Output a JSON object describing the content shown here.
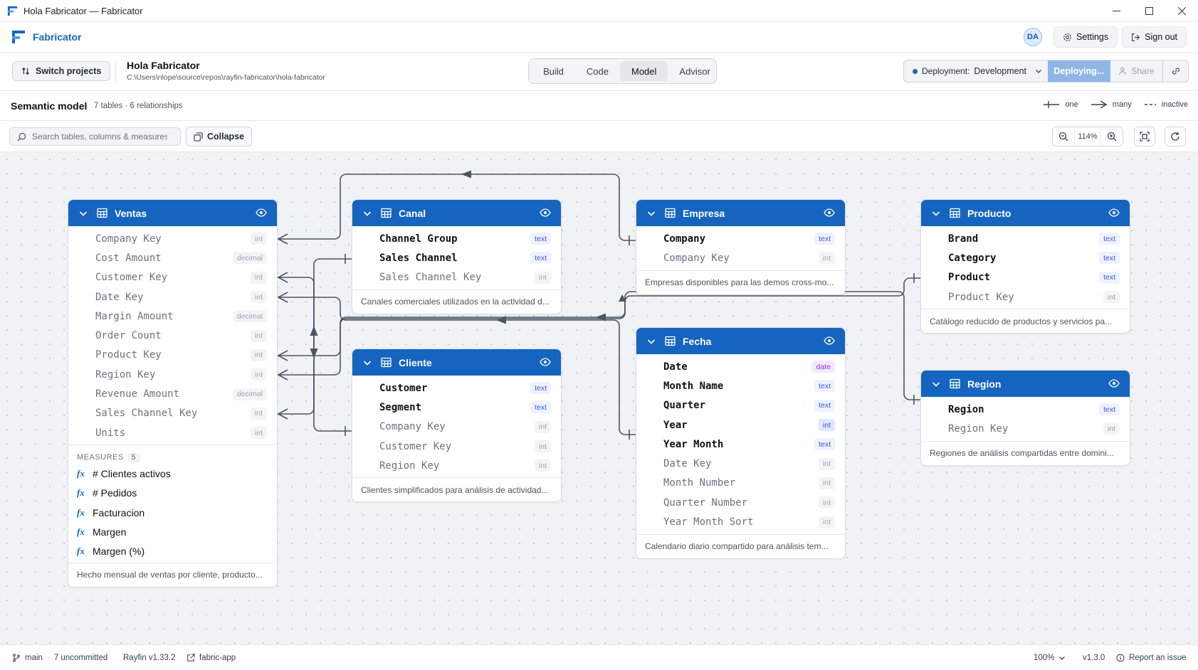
{
  "window": {
    "title": "Hola Fabricator — Fabricator"
  },
  "header": {
    "brand": "Fabricator",
    "avatar": "DA",
    "settings": "Settings",
    "sign_out": "Sign out"
  },
  "project": {
    "switch_label": "Switch projects",
    "name": "Hola Fabricator",
    "path": "C:\\Users\\nlope\\source\\repos\\rayfin-fabricator\\hola-fabricator"
  },
  "mode_tabs": [
    {
      "label": "Build"
    },
    {
      "label": "Code"
    },
    {
      "label": "Model",
      "active": true
    },
    {
      "label": "Advisor"
    }
  ],
  "deploy": {
    "label": "Deployment:",
    "value": "Development",
    "status": "Deploying...",
    "share": "Share"
  },
  "semantic": {
    "title": "Semantic model",
    "summary": "7 tables · 6 relationships"
  },
  "legend": {
    "one": "one",
    "many": "many",
    "inactive": "inactive"
  },
  "toolbar": {
    "search_placeholder": "Search tables, columns & measures",
    "collapse": "Collapse",
    "zoom": "114%"
  },
  "tables": {
    "ventas": {
      "name": "Ventas",
      "columns": [
        {
          "name": "Company Key",
          "type": "int"
        },
        {
          "name": "Cost Amount",
          "type": "decimal"
        },
        {
          "name": "Customer Key",
          "type": "int"
        },
        {
          "name": "Date Key",
          "type": "int"
        },
        {
          "name": "Margin Amount",
          "type": "decimal"
        },
        {
          "name": "Order Count",
          "type": "int"
        },
        {
          "name": "Product Key",
          "type": "int"
        },
        {
          "name": "Region Key",
          "type": "int"
        },
        {
          "name": "Revenue Amount",
          "type": "decimal"
        },
        {
          "name": "Sales Channel Key",
          "type": "int"
        },
        {
          "name": "Units",
          "type": "int"
        }
      ],
      "measures_label": "MEASURES",
      "measures_count": "5",
      "measures": [
        "# Clientes activos",
        "# Pedidos",
        "Facturacion",
        "Margen",
        "Margen (%)"
      ],
      "description": "Hecho mensual de ventas por cliente, producto..."
    },
    "canal": {
      "name": "Canal",
      "columns": [
        {
          "name": "Channel Group",
          "type": "text"
        },
        {
          "name": "Sales Channel",
          "type": "text"
        },
        {
          "name": "Sales Channel Key",
          "type": "int"
        }
      ],
      "description": "Canales comerciales utilizados en la actividad d..."
    },
    "empresa": {
      "name": "Empresa",
      "columns": [
        {
          "name": "Company",
          "type": "text"
        },
        {
          "name": "Company Key",
          "type": "int"
        }
      ],
      "description": "Empresas disponibles para las demos cross-mo..."
    },
    "producto": {
      "name": "Producto",
      "columns": [
        {
          "name": "Brand",
          "type": "text"
        },
        {
          "name": "Category",
          "type": "text"
        },
        {
          "name": "Product",
          "type": "text"
        },
        {
          "name": "Product Key",
          "type": "int"
        }
      ],
      "description": "Catálogo reducido de productos y servicios pa..."
    },
    "cliente": {
      "name": "Cliente",
      "columns": [
        {
          "name": "Customer",
          "type": "text"
        },
        {
          "name": "Segment",
          "type": "text"
        },
        {
          "name": "Company Key",
          "type": "int"
        },
        {
          "name": "Customer Key",
          "type": "int"
        },
        {
          "name": "Region Key",
          "type": "int"
        }
      ],
      "description": "Clientes simplificados para análisis de actividad..."
    },
    "fecha": {
      "name": "Fecha",
      "columns": [
        {
          "name": "Date",
          "type": "date"
        },
        {
          "name": "Month Name",
          "type": "text"
        },
        {
          "name": "Quarter",
          "type": "text"
        },
        {
          "name": "Year",
          "type": "int"
        },
        {
          "name": "Year Month",
          "type": "text"
        },
        {
          "name": "Date Key",
          "type": "int"
        },
        {
          "name": "Month Number",
          "type": "int"
        },
        {
          "name": "Quarter Number",
          "type": "int"
        },
        {
          "name": "Year Month Sort",
          "type": "int"
        }
      ],
      "description": "Calendario diario compartido para análisis tem..."
    },
    "region": {
      "name": "Region",
      "columns": [
        {
          "name": "Region",
          "type": "text"
        },
        {
          "name": "Region Key",
          "type": "int"
        }
      ],
      "description": "Regiones de análisis compartidas entre domini..."
    }
  },
  "status": {
    "branch": "main",
    "uncommitted": "7 uncommitted",
    "rayfin": "Rayfin v1.33.2",
    "app": "fabric-app",
    "zoom": "100%",
    "version": "v1.3.0",
    "report": "Report an issue"
  },
  "colors": {
    "accent": "#1565c0",
    "header_blue": "#1565c0",
    "deploying": "#90b6e6"
  }
}
